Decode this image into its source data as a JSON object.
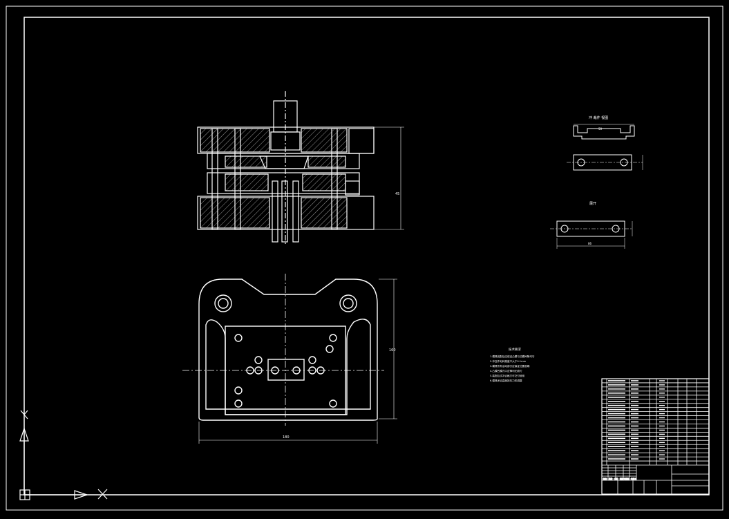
{
  "drawing": {
    "background": "#000000",
    "line_color": "#ffffff",
    "axis_labels": {
      "x": "X",
      "y": "Y"
    },
    "detail_views": {
      "part_view_heading": "冲 裁件 视图",
      "blank_view_heading": "展开"
    },
    "dimensions": {
      "top_view_width": "180",
      "front_view_height": "45",
      "plan_view_height": "160",
      "part_width": "58",
      "blank_length": "86"
    },
    "notes": {
      "heading": "技术要求",
      "lines": [
        "1.模具装配后应保证凸模与凹模间隙均匀",
        "2.冲压件毛刺高度不大于0.1mm",
        "3.模具所有活动部分应保证位置准确",
        "4.凸模凹模刃口应锋利无崩刃",
        "5.装配后试冲合格方可交付使用",
        "6.模具闭合高度按压力机调整"
      ]
    },
    "title_block": {
      "rows": 21,
      "bottom_labels": [
        "标记",
        "处数",
        "分区",
        "更改文件号",
        "签名",
        "年月日"
      ]
    }
  }
}
